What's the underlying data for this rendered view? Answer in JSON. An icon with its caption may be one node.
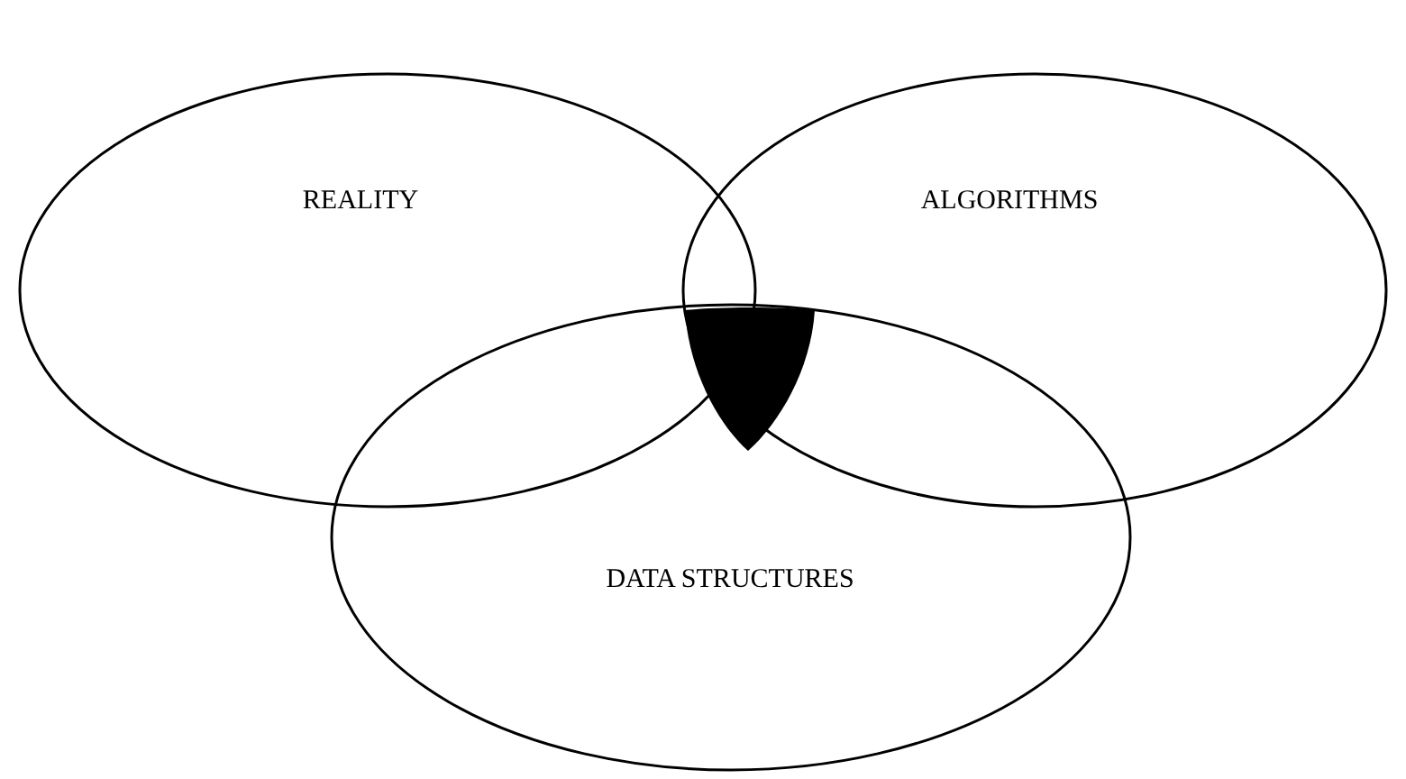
{
  "diagram": {
    "nodes": [
      {
        "text": [
          "REALITY"
        ]
      },
      {
        "text": [
          "ALGORITHMS"
        ]
      },
      {
        "text": [
          "DATA STRUCTURES"
        ]
      },
      {
        "text": [],
        "shape": "region"
      }
    ]
  }
}
